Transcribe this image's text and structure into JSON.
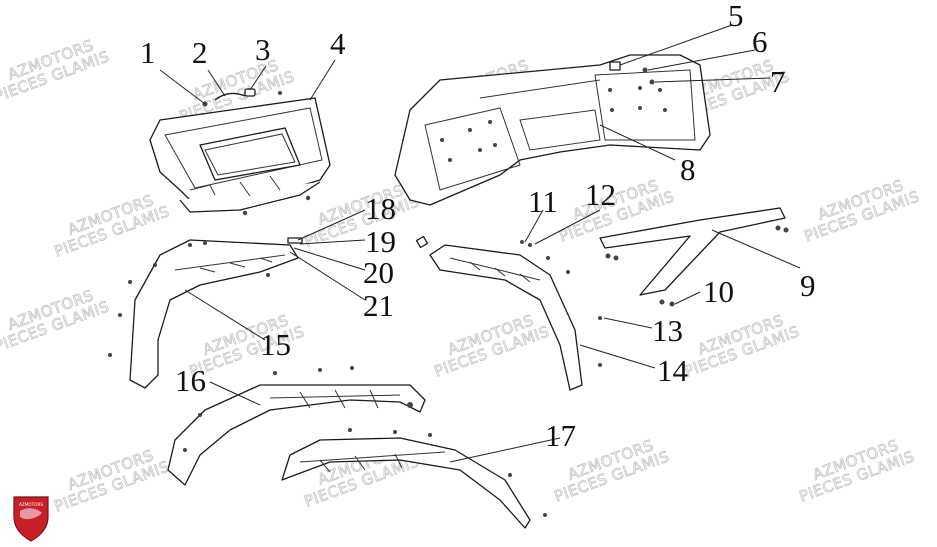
{
  "diagram": {
    "callouts": [
      "1",
      "2",
      "3",
      "4",
      "5",
      "6",
      "7",
      "8",
      "9",
      "10",
      "11",
      "12",
      "13",
      "14",
      "15",
      "16",
      "17",
      "18",
      "19",
      "20",
      "21"
    ],
    "watermark": {
      "line1": "AZMOTORS",
      "line2": "PIECES GLAMIS"
    },
    "logo": {
      "text": "AZMOTORS",
      "color": "#c8202a"
    }
  }
}
